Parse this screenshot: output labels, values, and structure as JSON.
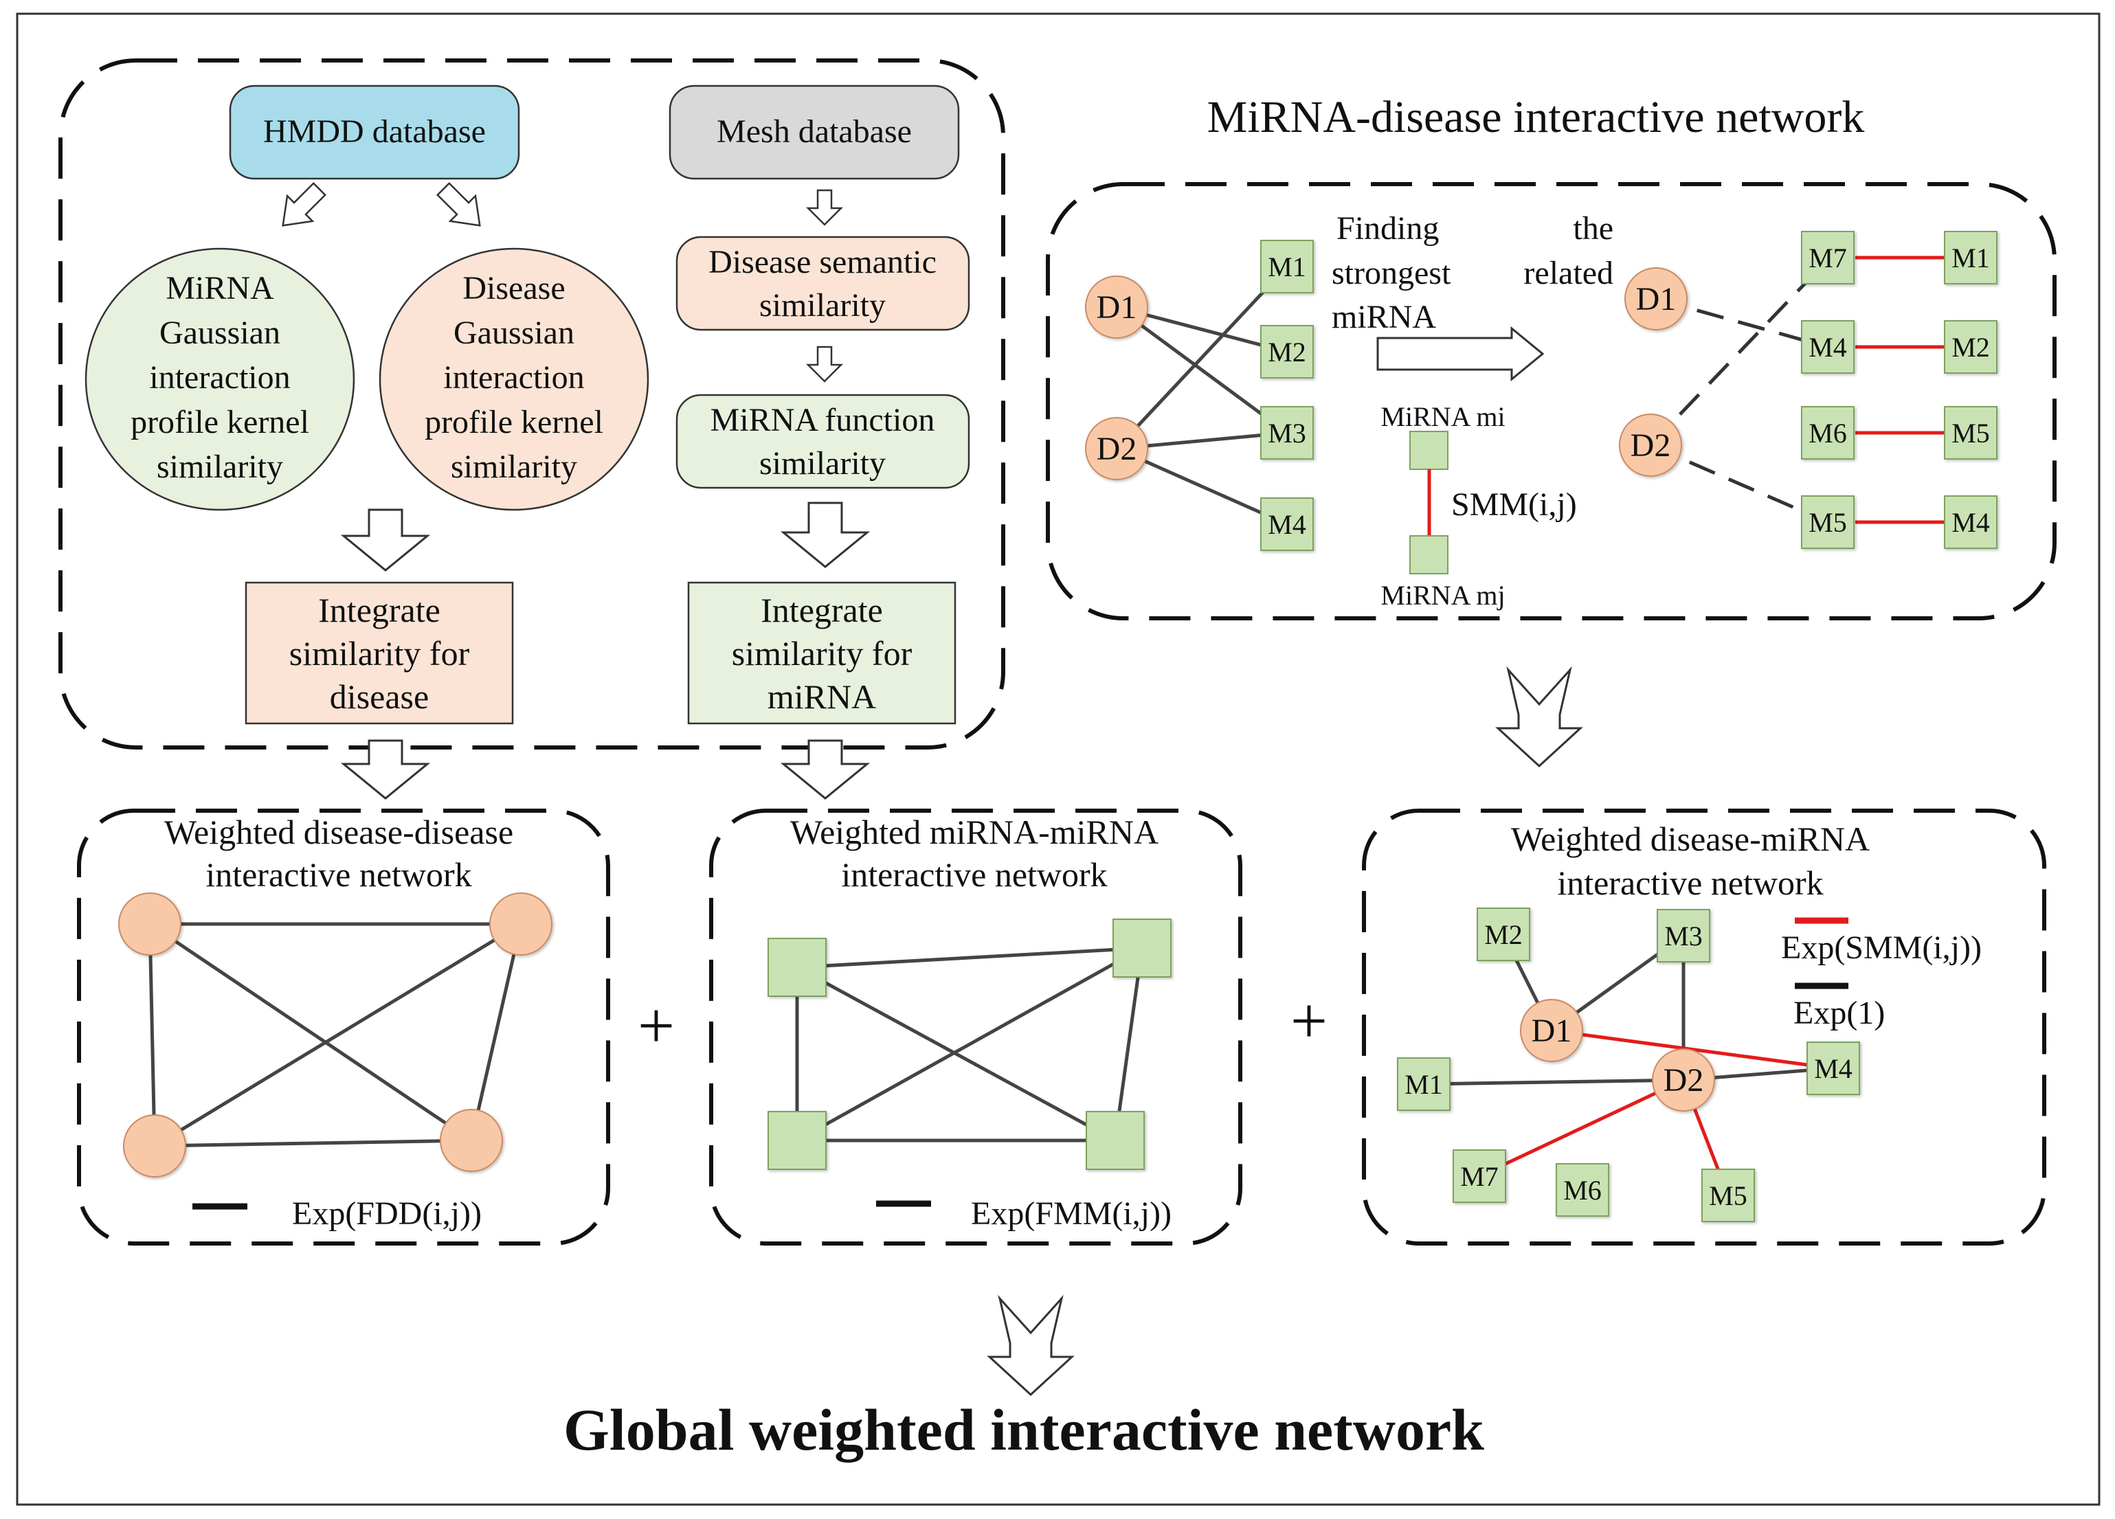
{
  "colors": {
    "hmdd_fill": "#a8dcea",
    "mesh_fill": "#d9d9d9",
    "peach_fill": "#fbe4d5",
    "green_fill": "#e7f1de",
    "node_orange": "#f9c9a7",
    "node_green": "#c9e2b3",
    "red_edge": "#e31b1b",
    "black_edge": "#333333"
  },
  "pipeline": {
    "hmdd_label": "HMDD database",
    "mesh_label": "Mesh database",
    "mirna_gip": [
      "MiRNA",
      "Gaussian",
      "interaction",
      "profile kernel",
      "similarity"
    ],
    "disease_gip": [
      "Disease",
      "Gaussian",
      "interaction",
      "profile kernel",
      "similarity"
    ],
    "disease_semantic": [
      "Disease semantic",
      "similarity"
    ],
    "mirna_function": [
      "MiRNA function",
      "similarity"
    ],
    "integrate_disease": [
      "Integrate",
      "similarity for",
      "disease"
    ],
    "integrate_mirna": [
      "Integrate",
      "similarity for",
      "miRNA"
    ]
  },
  "interactive": {
    "title": "MiRNA-disease interactive network",
    "finding_line1_a": "Finding",
    "finding_line1_b": "the",
    "finding_line2_a": "strongest",
    "finding_line2_b": "related",
    "finding_line3": "miRNA",
    "mirna_mi": "MiRNA mi",
    "mirna_mj": "MiRNA mj",
    "smm": "SMM(i,j)",
    "left_diseases": [
      "D1",
      "D2"
    ],
    "left_mirnas": [
      "M1",
      "M2",
      "M3",
      "M4"
    ],
    "right_diseases": [
      "D1",
      "D2"
    ],
    "right_left_col": [
      "M7",
      "M4",
      "M6",
      "M5"
    ],
    "right_right_col": [
      "M1",
      "M2",
      "M5",
      "M4"
    ]
  },
  "dd_network": {
    "title": [
      "Weighted disease-disease",
      "interactive network"
    ],
    "legend": "Exp(FDD(i,j))"
  },
  "mm_network": {
    "title": [
      "Weighted miRNA-miRNA",
      "interactive network"
    ],
    "legend": "Exp(FMM(i,j))"
  },
  "dm_network": {
    "title": [
      "Weighted disease-miRNA",
      "interactive network"
    ],
    "legend_red": "Exp(SMM(i,j))",
    "legend_black": "Exp(1)",
    "nodes": {
      "d1": "D1",
      "d2": "D2",
      "m1": "M1",
      "m2": "M2",
      "m3": "M3",
      "m4": "M4",
      "m5": "M5",
      "m6": "M6",
      "m7": "M7"
    }
  },
  "plus_sign": "+",
  "final_title": "Global weighted interactive network"
}
